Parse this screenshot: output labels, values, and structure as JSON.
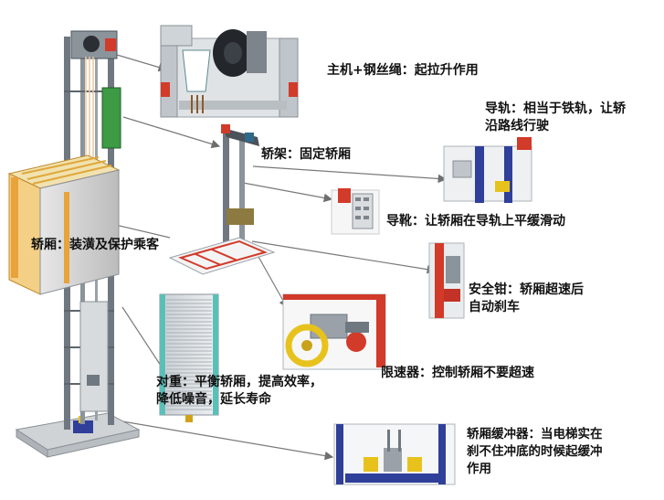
{
  "labels": {
    "main_machine": "主机+钢丝绳：起拉升作用",
    "guide_rail_line1": "导轨：相当于铁轨，让轿",
    "guide_rail_line2": "沿路线行驶",
    "car_frame": "轿架：固定轿厢",
    "guide_shoe": "导靴：让轿厢在导轨上平缓滑动",
    "car": "轿厢：装潢及保护乘客",
    "safety_gear_line1": "安全钳：轿厢超速后",
    "safety_gear_line2": "自动刹车",
    "counterweight_line1": "对重：平衡轿厢，提高效率，",
    "counterweight_line2": "降低噪音，延长寿命",
    "speed_governor": "限速器：控制轿厢不要超速",
    "car_buffer_line1": "轿厢缓冲器：当电梯实在",
    "car_buffer_line2": "刹不住冲底的时候起缓冲",
    "car_buffer_line3": "作用"
  },
  "colors": {
    "frame_gray": "#6f7780",
    "steel_light": "#c8cdd2",
    "car_orange": "#e8a33a",
    "car_beige": "#f1e2b0",
    "machine_green": "#3d9a45",
    "accent_red": "#d23a2a",
    "counterweight_teal": "#5bbfb9",
    "buffer_blue": "#2f3f9a",
    "buffer_yellow": "#e8c21c",
    "leader_line": "#7a7a7a"
  }
}
